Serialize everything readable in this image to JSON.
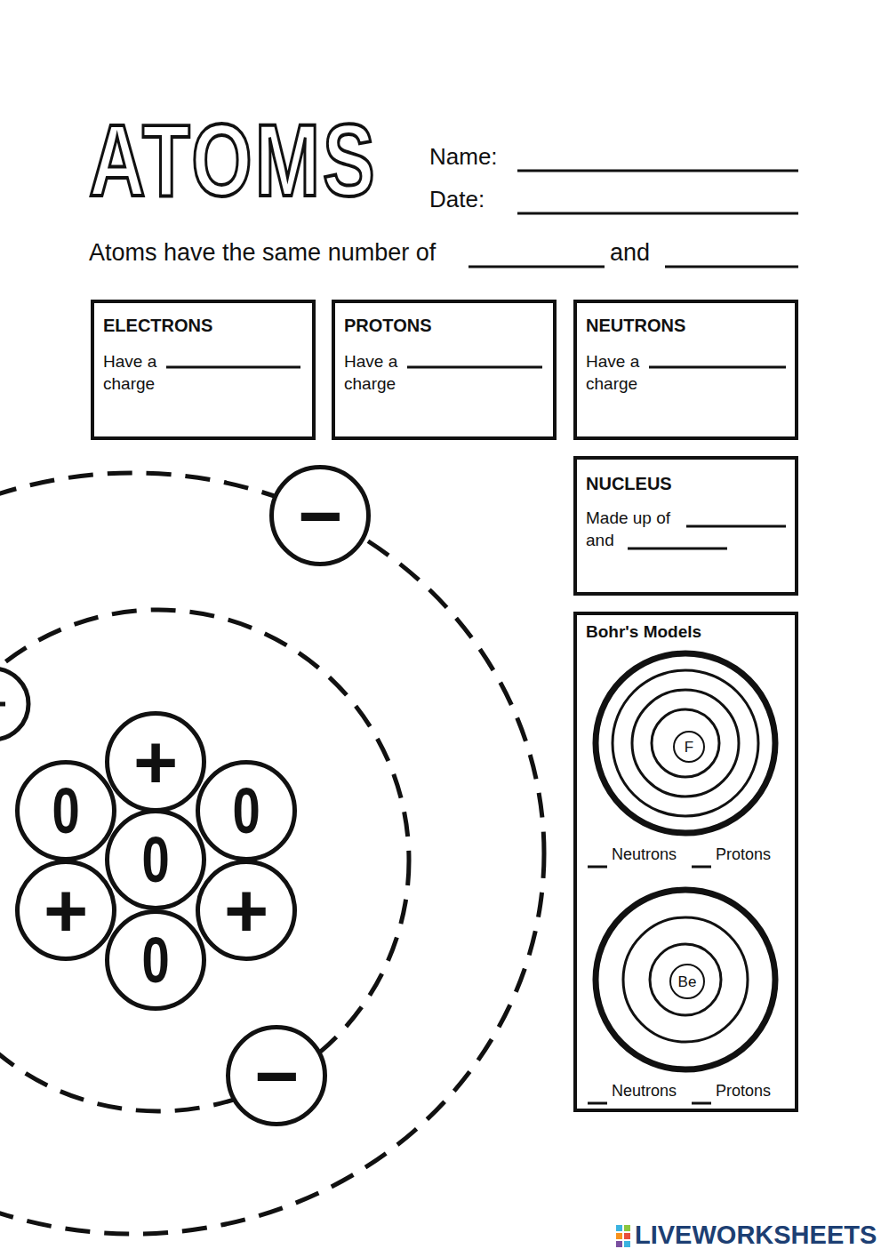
{
  "diagram": {
    "title": "ATOMS",
    "nodes": [
      {
        "text": [
          "ELECTRONS",
          "Have a",
          "charge"
        ]
      },
      {
        "text": [
          "PROTONS",
          "Have a",
          "charge"
        ]
      },
      {
        "text": [
          "NEUTRONS",
          "Have a",
          "charge"
        ]
      },
      {
        "text": [
          "NUCLEUS",
          "Made up of",
          "and"
        ]
      },
      {
        "text": [
          "Bohr's Models"
        ]
      },
      {
        "text": [
          "F"
        ],
        "in": 4
      },
      {
        "text": [
          "Be"
        ],
        "in": 4
      },
      {
        "text": [
          "−"
        ]
      },
      {
        "text": [
          "+"
        ]
      },
      {
        "text": [
          "0"
        ]
      },
      {
        "text": [
          "0"
        ]
      },
      {
        "text": [
          "0"
        ]
      },
      {
        "text": [
          "+"
        ]
      },
      {
        "text": [
          "+"
        ]
      },
      {
        "text": [
          "0"
        ]
      },
      {
        "text": [
          "−"
        ]
      }
    ],
    "labels": [
      "Name:",
      "Date:",
      "Atoms have the same number of",
      "and",
      "Neutrons",
      "Protons",
      "Neutrons",
      "Protons",
      "LIVEWORKSHEETS"
    ]
  }
}
